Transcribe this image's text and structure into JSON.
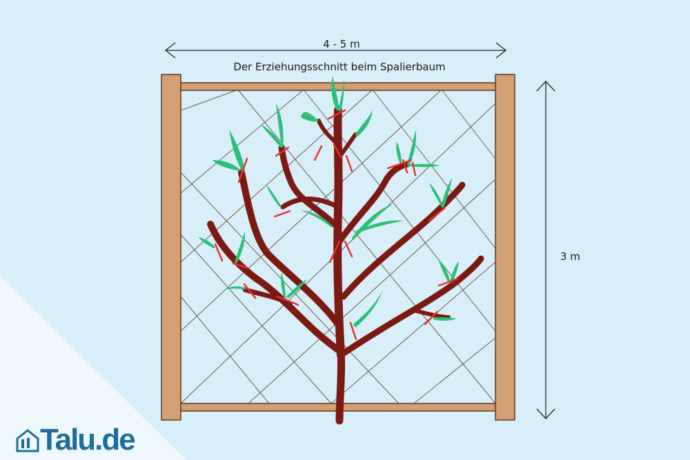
{
  "diagram": {
    "width_label": "4 - 5 m",
    "title": "Der Erziehungsschnitt beim Spalierbaum",
    "height_label": "3 m"
  },
  "logo": {
    "text": "Talu.de"
  },
  "colors": {
    "background": "#d8eff9",
    "wood": "#d39f74",
    "trunk": "#7a1a12",
    "leaf": "#2dbf7a",
    "cut": "#e8302a"
  }
}
